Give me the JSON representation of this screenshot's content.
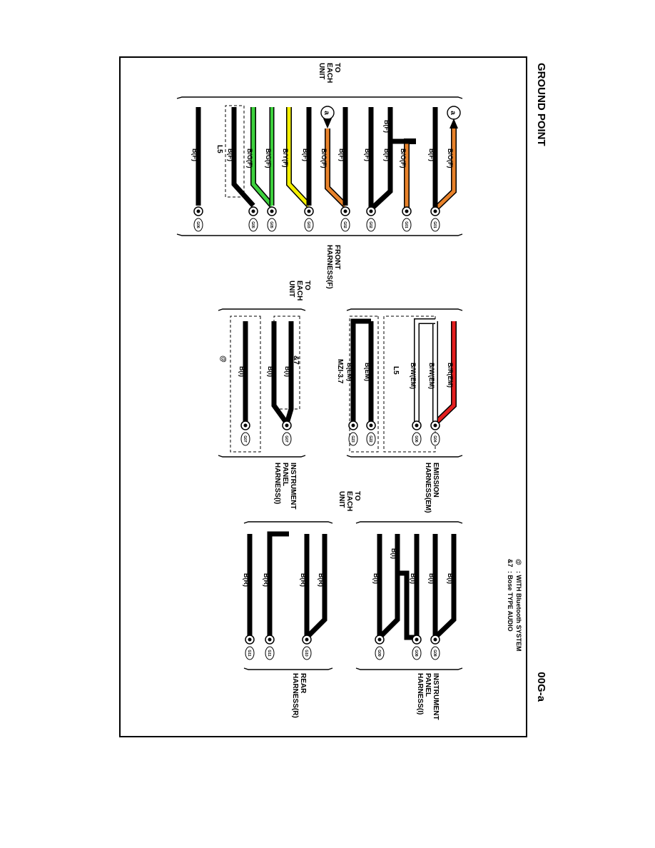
{
  "page": {
    "title": "GROUND POINT",
    "code": "00G-a"
  },
  "legend": [
    {
      "symbol": "@",
      "text": ": WITH Bluetooth SYSTEM"
    },
    {
      "symbol": "&7",
      "text": ": Bose TYPE AUDIO"
    }
  ],
  "section_labels": {
    "to_each_unit": "TO EACH UNIT",
    "front_harness": "FRONT HARNESS(F)",
    "emission_harness": "EMISSION HARNESS(EM)",
    "instrument_panel_harness": "INSTRUMENT PANEL HARNESS(I)",
    "rear_harness": "REAR HARNESS(R)"
  },
  "option_labels": {
    "l5": "L5",
    "mzi": "MZI-3.7",
    "bose": "&7",
    "bluetooth": "@"
  },
  "connectors": {
    "a": "a"
  },
  "colors": {
    "black": "#000000",
    "orange": "#e8822a",
    "yellow": "#f4f000",
    "green": "#3dd13d",
    "red": "#e41e1e",
    "white": "#ffffff"
  },
  "wires": {
    "front": [
      {
        "label": "B/O(F)",
        "color": "orange"
      },
      {
        "label": "B(F)",
        "color": "black"
      },
      {
        "label": "B/O(F)",
        "color": "orange"
      },
      {
        "label": "B(F)",
        "color": "black"
      },
      {
        "label": "B(F)",
        "color": "black"
      },
      {
        "label": "B(F)",
        "color": "black"
      },
      {
        "label": "B/O(F)",
        "color": "orange"
      },
      {
        "label": "B(F)",
        "color": "black"
      },
      {
        "label": "B/Y(F)",
        "color": "yellow"
      },
      {
        "label": "B(F)",
        "color": "black"
      },
      {
        "label": "B/G(F)",
        "color": "green"
      },
      {
        "label": "B/G(F)",
        "color": "green"
      },
      {
        "label": "B(F)",
        "color": "black"
      },
      {
        "label": "B(F)",
        "color": "black"
      }
    ],
    "emission": [
      {
        "label": "B/R(EM)",
        "color": "red"
      },
      {
        "label": "B/W(EM)",
        "color": "white"
      },
      {
        "label": "B/W(EM)",
        "color": "white"
      },
      {
        "label": "B(EM)",
        "color": "black"
      },
      {
        "label": "B(EM)",
        "color": "black"
      }
    ],
    "instrument_top": [
      {
        "label": "B(I)",
        "color": "black"
      },
      {
        "label": "B(I)",
        "color": "black"
      },
      {
        "label": "B(I)",
        "color": "black"
      }
    ],
    "instrument_bottom": [
      {
        "label": "B(I)",
        "color": "black"
      },
      {
        "label": "B(I)",
        "color": "black"
      },
      {
        "label": "B(I)",
        "color": "black"
      },
      {
        "label": "B(I)",
        "color": "black"
      },
      {
        "label": "B(I)",
        "color": "black"
      }
    ],
    "rear": [
      {
        "label": "B(R)",
        "color": "black"
      },
      {
        "label": "B(R)",
        "color": "black"
      },
      {
        "label": "B(R)",
        "color": "black"
      },
      {
        "label": "B(R)",
        "color": "black"
      }
    ]
  },
  "grounds": {
    "front": [
      "G01",
      "G01",
      "G02",
      "G02",
      "G03",
      "G05",
      "G05",
      "G06"
    ],
    "emission": [
      "G04",
      "G06",
      "G22",
      "G23"
    ],
    "instrument_top": [
      "G07",
      "G07"
    ],
    "instrument_bottom": [
      "G08",
      "G08",
      "G09"
    ],
    "rear": [
      "G10",
      "G11",
      "G11"
    ]
  }
}
